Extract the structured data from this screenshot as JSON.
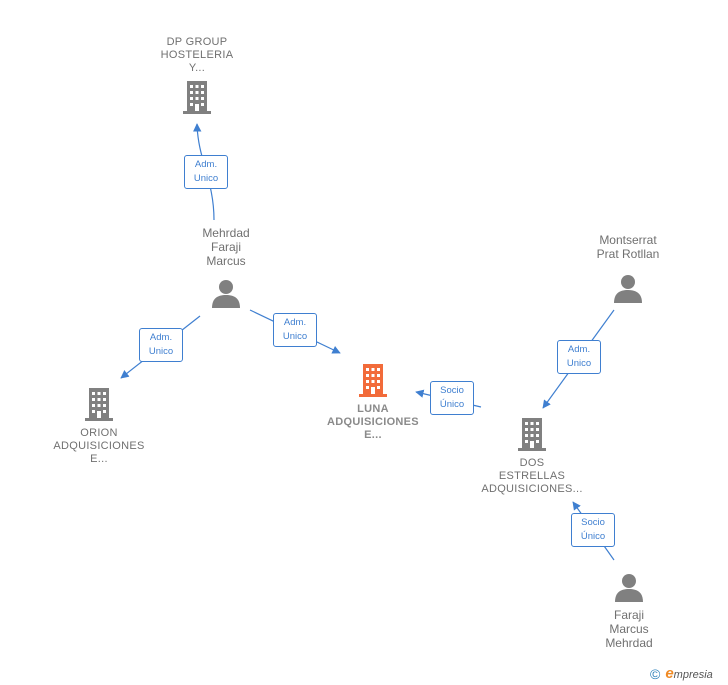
{
  "colors": {
    "edge": "#3f7fd0",
    "company_icon": "#808080",
    "main_company_icon": "#f26b3a",
    "person_icon": "#808080"
  },
  "nodes": {
    "dp_group": "DP GROUP\nHOSTELERIA\nY...",
    "mehrdad": "Mehrdad\nFaraji\nMarcus",
    "orion": "ORION\nADQUISICIONES\nE...",
    "luna": "LUNA\nADQUISICIONES\nE...",
    "montserrat": "Montserrat\nPrat Rotllan",
    "dos_estrellas": "DOS\nESTRELLAS\nADQUISICIONES...",
    "faraji": "Faraji\nMarcus\nMehrdad"
  },
  "edges": {
    "mehrdad_dp": [
      "Adm.",
      "Unico"
    ],
    "mehrdad_orion": [
      "Adm.",
      "Unico"
    ],
    "mehrdad_luna": [
      "Adm.",
      "Unico"
    ],
    "dos_luna": [
      "Socio",
      "Único"
    ],
    "montserrat_dos": [
      "Adm.",
      "Unico"
    ],
    "faraji_dos": [
      "Socio",
      "Único"
    ]
  },
  "footer": {
    "copyright": "©",
    "brand_initial": "e",
    "brand_rest": "mpresia"
  }
}
